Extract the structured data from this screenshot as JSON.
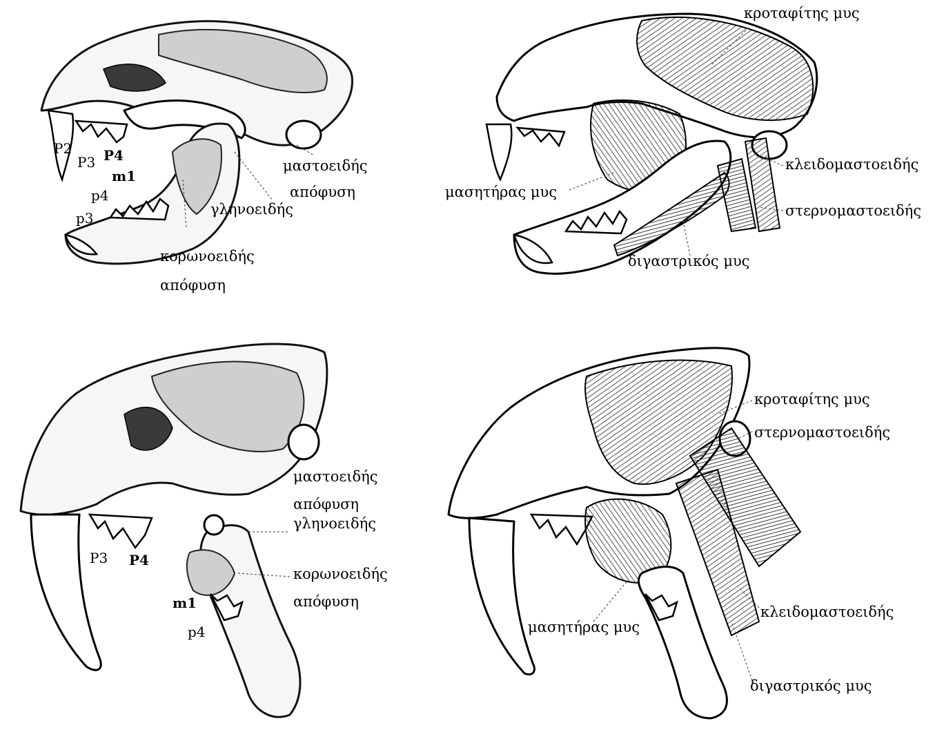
{
  "panels": {
    "top_left": {
      "teeth": {
        "P2": "P2",
        "P3": "P3",
        "P4": "P4",
        "m1": "m1",
        "p4": "p4",
        "p3": "p3"
      },
      "labels": {
        "mastoid_1": "μαστοειδής",
        "mastoid_2": "απόφυση",
        "glenoid": "γληνοειδής",
        "coronoid_1": "κορωνοειδής",
        "coronoid_2": "απόφυση"
      }
    },
    "top_right": {
      "labels": {
        "temporalis": "κροταφίτης μυς",
        "cleidomastoid": "κλειδομαστοειδής",
        "masseter": "μασητήρας μυς",
        "sternomastoid": "στερνομαστοειδής",
        "digastric": "διγαστρικός μυς"
      }
    },
    "bottom_left": {
      "teeth": {
        "P3": "P3",
        "P4": "P4",
        "m1": "m1",
        "p4": "p4"
      },
      "labels": {
        "mastoid_1": "μαστοειδής",
        "mastoid_2": "απόφυση",
        "glenoid": "γληνοειδής",
        "coronoid_1": "κορωνοειδής",
        "coronoid_2": "απόφυση"
      }
    },
    "bottom_right": {
      "labels": {
        "temporalis": "κροταφίτης μυς",
        "sternomastoid": "στερνομαστοειδής",
        "masseter": "μασητήρας μυς",
        "cleidomastoid": "κλειδομαστοειδής",
        "digastric": "διγαστρικός μυς"
      }
    }
  }
}
